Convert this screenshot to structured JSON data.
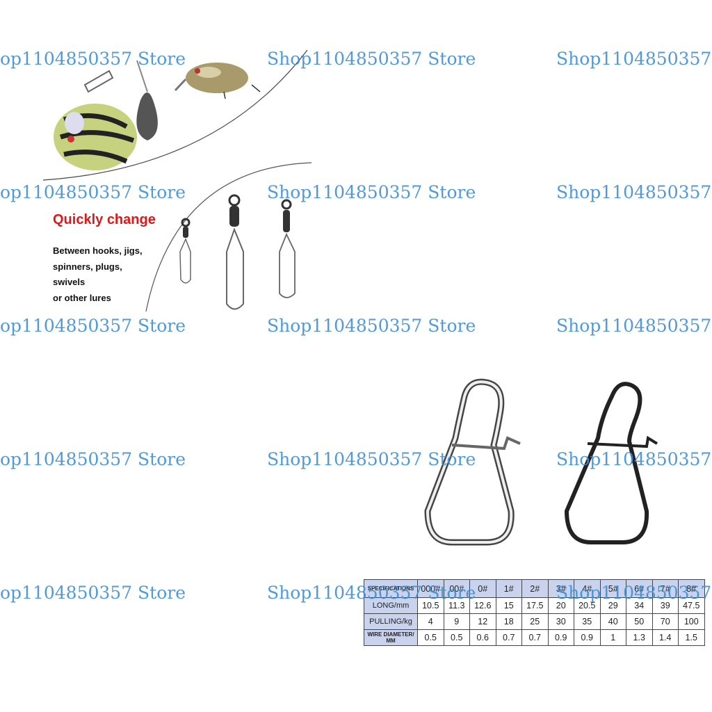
{
  "promo": {
    "headline": "Quickly change",
    "lines": [
      "Between hooks, jigs,",
      "spinners, plugs,",
      "swivels",
      "or other lures"
    ]
  },
  "watermarks": [
    "op1104850357 Store",
    "Shop1104850357 Store",
    "Shop1104850357",
    "op1104850357 Store",
    "Shop1104850357 Store",
    "Shop1104850357",
    "op1104850357 Store",
    "Shop1104850357 Store",
    "Shop1104850357",
    "op1104850357 Store",
    "Shop1104850357 Store",
    "Shop1104850357",
    "op1104850357 Store",
    "Shop1104850357 Store",
    "Shop1104850357"
  ],
  "spec_table": {
    "header": "SPECIFICATIONS",
    "sizes": [
      "000#",
      "00#",
      "0#",
      "1#",
      "2#",
      "3#",
      "4#",
      "5#",
      "6#",
      "7#",
      "8#"
    ],
    "rows": [
      {
        "label": "LONG/mm",
        "values": [
          "10.5",
          "11.3",
          "12.6",
          "15",
          "17.5",
          "20",
          "20.5",
          "29",
          "34",
          "39",
          "47.5"
        ]
      },
      {
        "label": "PULLING/kg",
        "values": [
          "4",
          "9",
          "12",
          "18",
          "25",
          "30",
          "35",
          "40",
          "50",
          "70",
          "100"
        ]
      },
      {
        "label": "WIRE DIAMETER/ MM",
        "values": [
          "0.5",
          "0.5",
          "0.6",
          "0.7",
          "0.7",
          "0.9",
          "0.9",
          "1",
          "1.3",
          "1.4",
          "1.5"
        ]
      }
    ]
  },
  "colors": {
    "headline": "#e01818",
    "watermark": "#3f8fd4",
    "table_header": "#c9d3ee"
  }
}
